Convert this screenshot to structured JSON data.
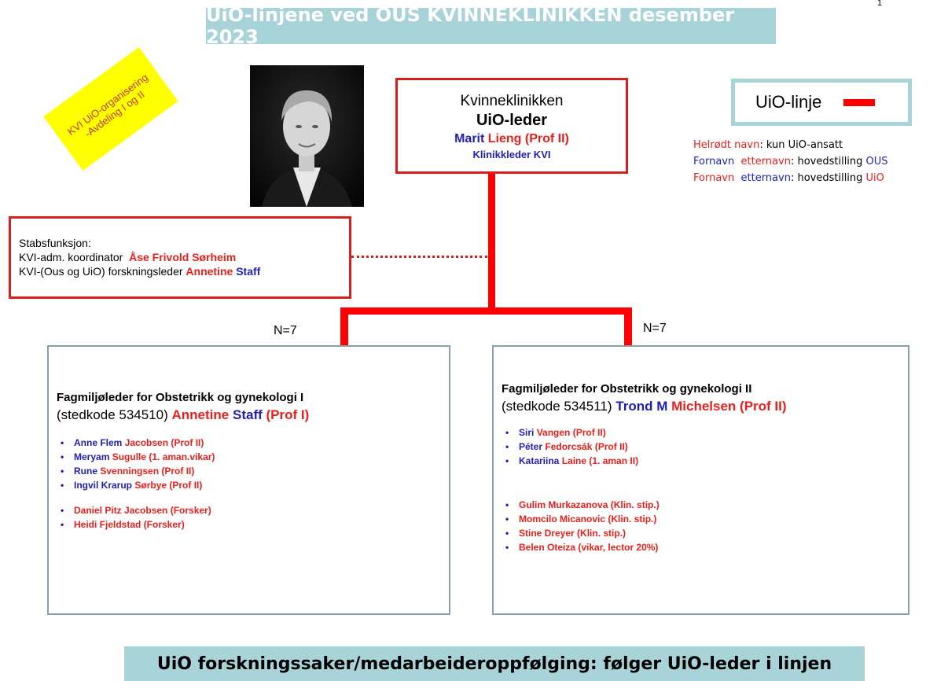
{
  "header": {
    "title": "UiO-linjene ved OUS KVINNEKLINIKKEN  desember 2023",
    "page_number": "1"
  },
  "sticky_note": {
    "line1": "KVI UiO-organisering",
    "line2": "-Avdeling I og II"
  },
  "top": {
    "clinic": "Kvinneklinikken",
    "role": "UiO-leder",
    "first_name": "Marit",
    "last_name_title": "Lieng (Prof II)",
    "position": "Klinikkleder KVI"
  },
  "legend": {
    "label": "UiO-linje",
    "line_color": "#ff0000",
    "note1_red": "Helrødt navn",
    "note1_rest": ": kun UiO-ansatt",
    "note2_first": "Fornavn",
    "note2_last": "etternavn",
    "note2_rest": ": hovedstilling ",
    "note2_inst": "OUS",
    "note3_first": "Fornavn",
    "note3_last": "etternavn",
    "note3_rest": ": hovedstilling ",
    "note3_inst": "UiO"
  },
  "staff_box": {
    "heading": "Stabsfunksjon:",
    "line1_prefix": "KVI-adm. koordinator",
    "line1_name": "Åse Frivold Sørheim",
    "line2_prefix": "KVI-(Ous og UiO) forskningsleder",
    "line2_first": "Annetine",
    "line2_last": "Staff"
  },
  "n_left": "N=7",
  "n_right": "N=7",
  "unit1": {
    "heading": "Fagmiljøleder for Obstetrikk og gynekologi I",
    "stedkode_prefix": "(stedkode 534510)",
    "leader_first": "Annetine",
    "leader_last": "Staff",
    "leader_title": "(Prof I)",
    "members_group1": [
      {
        "first": "Anne Flem",
        "last": "Jacobsen (Prof II)"
      },
      {
        "first": "Meryam",
        "last": "Sugulle (1. aman.vikar)"
      },
      {
        "first": "Rune",
        "last": "Svenningsen (Prof II)"
      },
      {
        "first": "Ingvil Krarup",
        "last": "Sørbye  (Prof II)"
      }
    ],
    "members_group2": [
      "Daniel Pitz Jacobsen (Forsker)",
      "Heidi Fjeldstad (Forsker)"
    ]
  },
  "unit2": {
    "heading": "Fagmiljøleder for Obstetrikk og gynekologi II",
    "stedkode_prefix": "(stedkode",
    "stedkode_num": "534511)",
    "leader_first": "Trond M",
    "leader_last": "Michelsen (Prof II)",
    "members_group1": [
      {
        "first": "Siri",
        "last": "Vangen (Prof II)"
      },
      {
        "first": "Péter",
        "last": "Fedorcsák (Prof II)"
      },
      {
        "first": "Katariina",
        "last": "Laine (1. aman II)"
      }
    ],
    "members_group2": [
      "Gulim Murkazanova (Klin. stip.)",
      "Momcilo Micanovic (Klin. stip.)",
      "Stine Dreyer (Klin. stip.)",
      "Belen Oteiza (vikar, lector 20%)"
    ]
  },
  "footer": {
    "text": "UiO forskningssaker/medarbeideroppfølging: følger UiO-leder i linjen"
  }
}
